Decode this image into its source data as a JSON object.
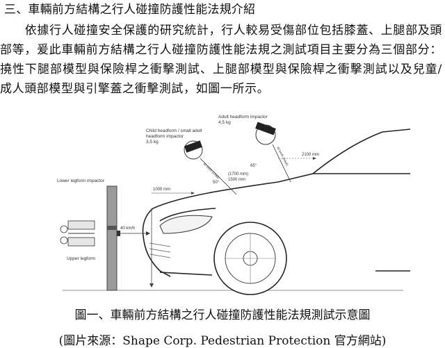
{
  "section_heading": "三、車輛前方結構之行人碰撞防護性能法規介紹",
  "paragraph": "依據行人碰撞安全保護的研究統計，行人較易受傷部位包括膝蓋、上腿部及頭部等，爰此車輛前方結構之行人碰撞防護性能法規之測試項目主要分為三個部分：撓性下腿部模型與保險桿之衝擊測試、上腿部模型與保險桿之衝擊測試以及兒童/成人頭部模型與引擎蓋之衝擊測試，如圖一所示。",
  "figure": {
    "labels": {
      "adult_impactor": "Adult headform impactor",
      "adult_mass": "4,5 kg",
      "child_impactor_1": "Child headform / small adult",
      "child_impactor_2": "headform impactor",
      "child_mass": "3,5 kg",
      "lower_legform": "Lower legform impactor",
      "upper_legform": "Upper legform",
      "speed_left": "40 km/h",
      "angle_50": "50°",
      "angle_65": "65°",
      "dist_1000": "1000 mm",
      "dist_1700": "(1700 mm)",
      "dist_1500": "1500 mm",
      "dist_2100": "2100 mm",
      "child_speed": "40 km/h (Child)",
      "adult_speed": "40 km/h (Adult)"
    }
  },
  "caption": "圖一、車輛前方結構之行人碰撞防護性能法規測試示意圖",
  "source": "(圖片來源：Shape Corp. Pedestrian Protection 官方網站)"
}
